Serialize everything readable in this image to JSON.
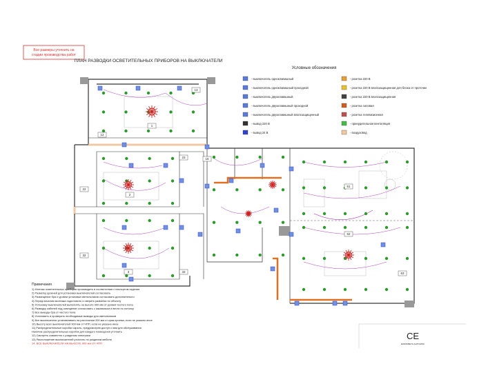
{
  "stamp": {
    "line1": "Все размеры уточнить на",
    "line2": "стадии производства работ",
    "color": "#e03030"
  },
  "title": "ПЛАН РАЗВОДКИ ОСВЕТИТЕЛЬНЫХ ПРИБОРОВ НА ВЫКЛЮЧАТЕЛИ",
  "legend": {
    "heading": "Условные обозначения",
    "left": [
      {
        "label": "- выключатель одноклавишный",
        "color": "#5a7bd8",
        "icon": "single-switch-icon"
      },
      {
        "label": "- выключатель одноклавишный проходной",
        "color": "#5a7bd8",
        "icon": "pass-switch-icon"
      },
      {
        "label": "- выключатель двухклавишный",
        "color": "#5a7bd8",
        "icon": "double-switch-icon"
      },
      {
        "label": "- выключатель двухклавишный проходной",
        "color": "#5a7bd8",
        "icon": "double-pass-switch-icon"
      },
      {
        "label": "- выключатель двухклавишный влагозащищенный",
        "color": "#5a7bd8",
        "icon": "waterproof-switch-icon"
      },
      {
        "label": "- вывод 220 В",
        "color": "#333333",
        "icon": "output-220-icon"
      },
      {
        "label": "- вывод 24 В",
        "color": "#3344cc",
        "icon": "output-24-icon"
      }
    ],
    "right": [
      {
        "label": "- розетка 220 В",
        "color": "#e8a030",
        "icon": "socket-icon"
      },
      {
        "label": "- розетка 220 В влагозащищенная для блока от проточки",
        "color": "#e8c030",
        "icon": "socket-wet-icon"
      },
      {
        "label": "- розетка 220 В влагозащищенная",
        "color": "#444444",
        "icon": "socket-waterproof-icon"
      },
      {
        "label": "- розетка силовая",
        "color": "#d06020",
        "icon": "power-socket-icon"
      },
      {
        "label": "- розетка телевизионная",
        "color": "#c05050",
        "icon": "tv-socket-icon"
      },
      {
        "label": "- принудительная вентиляция",
        "color": "#44bb44",
        "icon": "ventilation-icon"
      },
      {
        "label": "- воздуховод",
        "color": "#f2c8a0",
        "icon": "duct-icon"
      }
    ]
  },
  "rooms": [
    "1",
    "12",
    "13",
    "2",
    "22",
    "23",
    "15",
    "32",
    "3",
    "33",
    "61",
    "62",
    "63"
  ],
  "notes": {
    "heading": "Примечания",
    "lines": [
      "1) Монтаж осветительных приборов производить в соответствии с паспортом изделия",
      "2) Разметку уровней для установки выключателей согласовать",
      "3) Размещение бра и уровни установки светильников согласовать дополнительно",
      "4) Перед началом монтажа подготовить и сверить разметки по объекту",
      "5) Установку выключателей выполнять на высоте 900 мм от уровня чистого пола",
      "6) Разводку кабелей под освещение согласовать с заказчиком и вести по потолку",
      "7) Все выводы бра от чистого пола",
      "8) Установить и проверить необходимые выводы для светильников",
      "9) Все выключатели устанавливать на расстоянии 200 мм от края проема, если не указано иное",
      "10) Высоту всех выключателей 900 мм от ЧПП, если не указано иное",
      "11) Распределительные коробки скрыть, предусмотрев доступ к ним для обслуживания",
      "Наличие распределительных коробок для каждого помещения уточнить",
      "12) Смотреть совместно с разделом электрики",
      "13) Расположение выключателей уточнить по разделам мебели"
    ],
    "warning": "14. ВСЕ ВЫКЛЮЧАТЕЛИ НА ВЫСОТЕ 900 мм ОТ ЧПП"
  },
  "logo": {
    "mark": "CE",
    "caption": "ЕЛИЗАВЕТА АНТОНЮК"
  },
  "colors": {
    "wall": "#333333",
    "wire": "#b040c0",
    "lamp": "#2a9a2a",
    "heater": "#e07020",
    "chandelier": "#cc2020",
    "switch": "#3344cc"
  }
}
